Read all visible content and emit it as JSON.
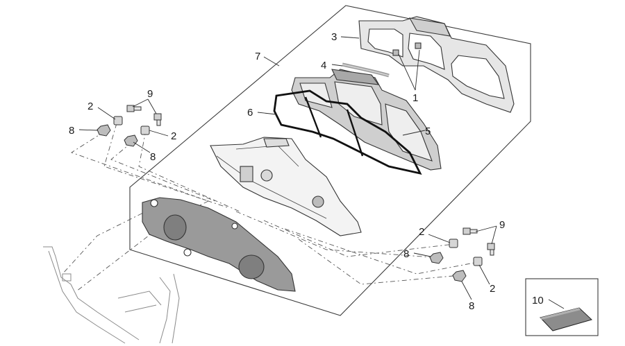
{
  "callouts": [
    {
      "id": "c1",
      "text": "1"
    },
    {
      "id": "c2a",
      "text": "2"
    },
    {
      "id": "c2b",
      "text": "2"
    },
    {
      "id": "c2c",
      "text": "2"
    },
    {
      "id": "c2d",
      "text": "2"
    },
    {
      "id": "c3",
      "text": "3"
    },
    {
      "id": "c4",
      "text": "4"
    },
    {
      "id": "c5",
      "text": "5"
    },
    {
      "id": "c6",
      "text": "6"
    },
    {
      "id": "c7",
      "text": "7"
    },
    {
      "id": "c8a",
      "text": "8"
    },
    {
      "id": "c8b",
      "text": "8"
    },
    {
      "id": "c8c",
      "text": "8"
    },
    {
      "id": "c8d",
      "text": "8"
    },
    {
      "id": "c9a",
      "text": "9"
    },
    {
      "id": "c9b",
      "text": "9"
    },
    {
      "id": "c10",
      "text": "10"
    }
  ],
  "colors": {
    "line": "#333333",
    "part_fill_light": "#f2f2f2",
    "part_fill_mid": "#d0d0d0",
    "part_fill_dark": "#9a9a9a"
  }
}
